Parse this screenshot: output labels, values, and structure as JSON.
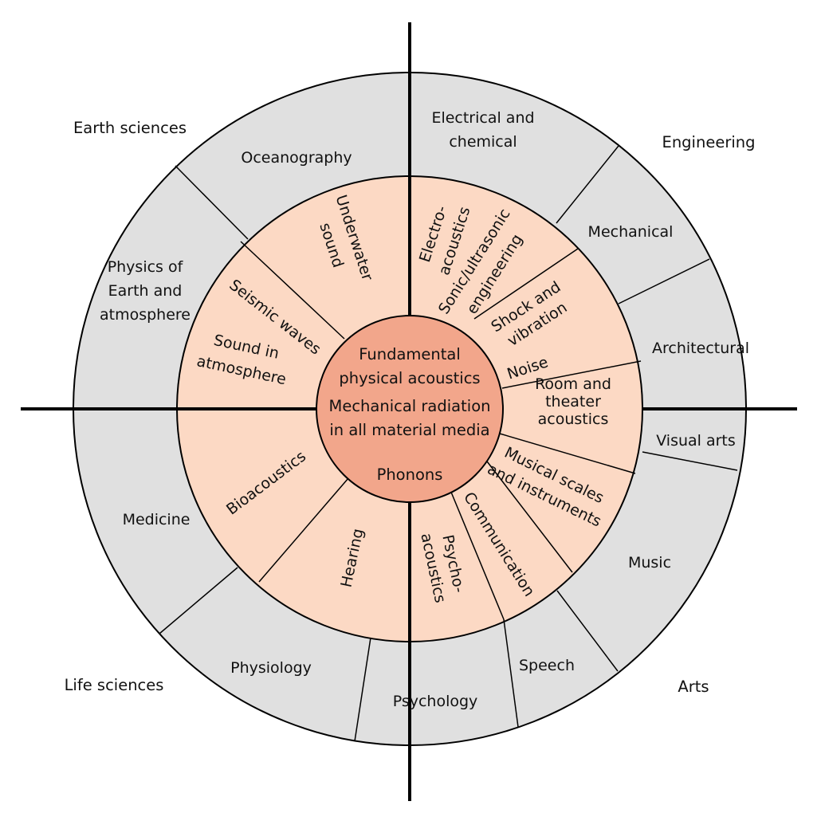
{
  "core": {
    "lines": [
      [
        "Fundamental",
        "physical acoustics"
      ],
      [
        "Mechanical radiation",
        "in all material media"
      ],
      [
        "Phonons"
      ]
    ]
  },
  "quadrants": {
    "earth": "Earth sciences",
    "engineering": "Engineering",
    "life": "Life sciences",
    "arts": "Arts"
  },
  "outer_ring": {
    "oceanography": [
      "Oceanography"
    ],
    "physics_earth": [
      "Physics of",
      "Earth and",
      "atmosphere"
    ],
    "electrical": [
      "Electrical and",
      "chemical"
    ],
    "mechanical": [
      "Mechanical"
    ],
    "architectural": [
      "Architectural"
    ],
    "visual_arts": [
      "Visual arts"
    ],
    "music": [
      "Music"
    ],
    "speech": [
      "Speech"
    ],
    "psychology": [
      "Psychology"
    ],
    "physiology": [
      "Physiology"
    ],
    "medicine": [
      "Medicine"
    ]
  },
  "inner_ring": {
    "underwater": [
      "Underwater",
      "sound"
    ],
    "seismic": [
      "Seismic waves"
    ],
    "sound_atmosphere": [
      "Sound in",
      "atmosphere"
    ],
    "electroacoustics": [
      "Electro-",
      "acoustics"
    ],
    "sonic": [
      "Sonic/ultrasonic",
      "engineering"
    ],
    "shock": [
      "Shock and",
      "vibration"
    ],
    "noise": [
      "Noise"
    ],
    "room": [
      "Room and",
      "theater",
      "acoustics"
    ],
    "musical": [
      "Musical scales",
      "and instruments"
    ],
    "communication": [
      "Communication"
    ],
    "psychoacoustics": [
      "Psycho-",
      "acoustics"
    ],
    "hearing": [
      "Hearing"
    ],
    "bioacoustics": [
      "Bioacoustics"
    ]
  }
}
